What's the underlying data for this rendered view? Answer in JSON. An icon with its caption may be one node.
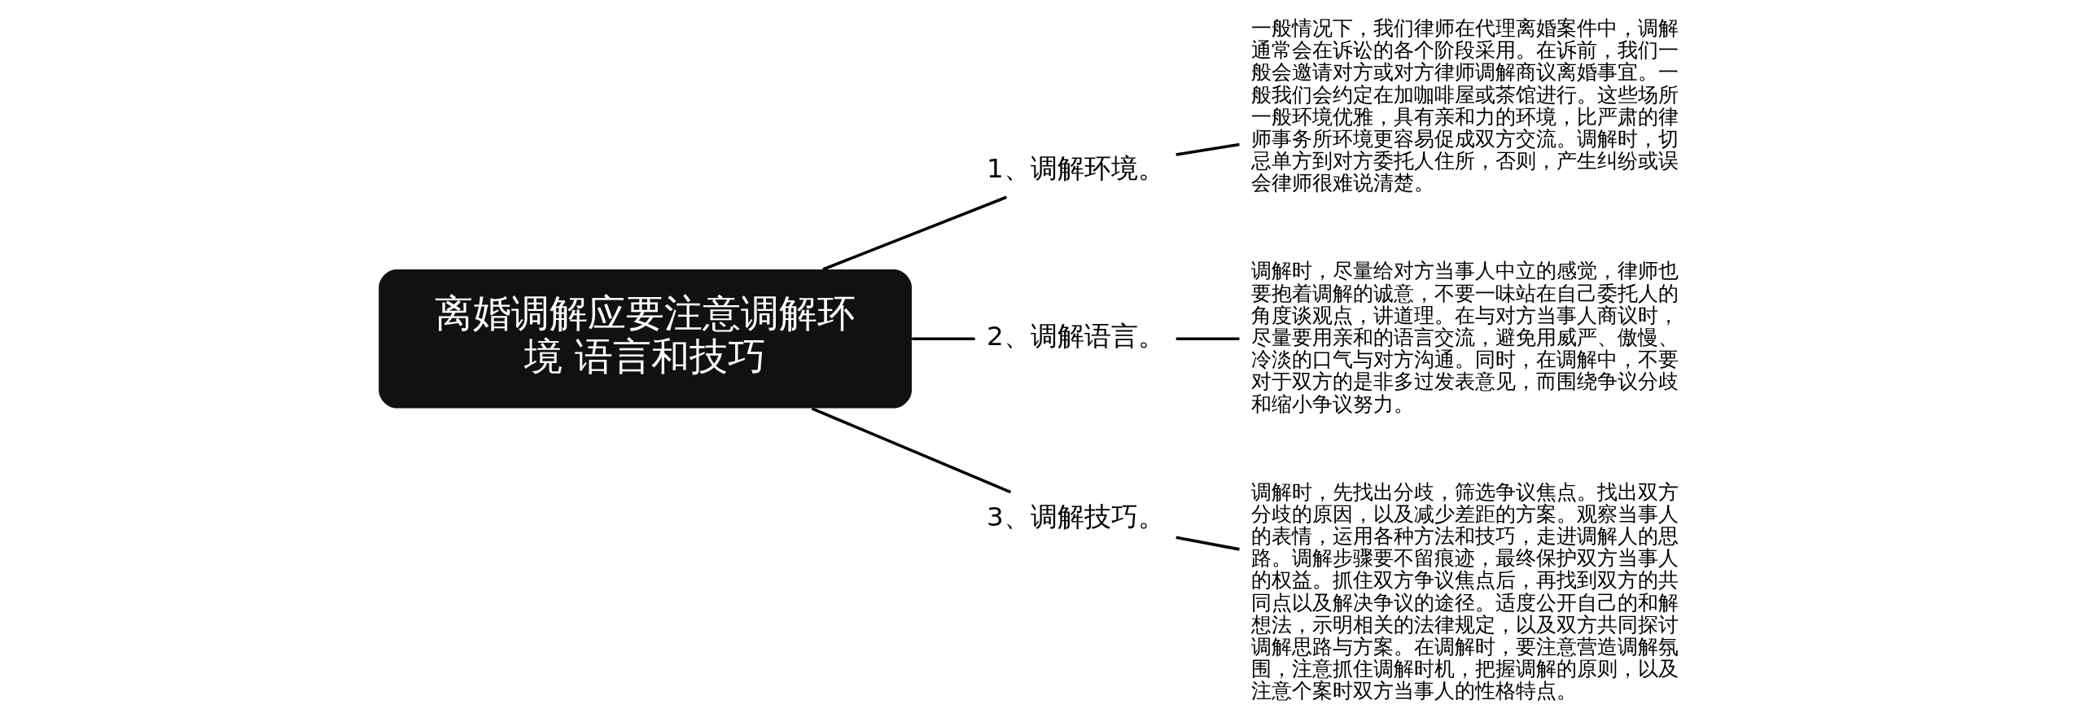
{
  "diagram": {
    "nodes": [
      {
        "text": [
          "离婚调解应要注意调解环境 语言和技巧"
        ]
      },
      {
        "text": [
          "1、调解环境。"
        ]
      },
      {
        "text": [
          "一般情况下，我们律师在代理离婚案件中，调解通常会在诉讼的各个阶段采用。在诉前，我们一般会邀请对方或对方律师调解商议离婚事宜。一般我们会约定在加咖啡屋或茶馆进行。这些场所一般环境优雅，具有亲和力的环境，比严肃的律师事务所环境更容易促成双方交流。调解时，切忌单方到对方委托人住所，否则，产生纠纷或误会律师很难说清楚。"
        ]
      },
      {
        "text": [
          "2、调解语言。"
        ]
      },
      {
        "text": [
          "调解时，尽量给对方当事人中立的感觉，律师也要抱着调解的诚意，不要一味站在自己委托人的角度谈观点，讲道理。在与对方当事人商议时，尽量要用亲和的语言交流，避免用威严、傲慢、冷淡的口气与对方沟通。同时，在调解中，不要对于双方的是非多过发表意见，而围绕争议分歧和缩小争议努力。"
        ]
      },
      {
        "text": [
          "3、调解技巧。"
        ]
      },
      {
        "text": [
          "调解时，先找出分歧，筛选争议焦点。找出双方分歧的原因，以及减少差距的方案。观察当事人的表情，运用各种方法和技巧，走进调解人的思路。调解步骤要不留痕迹，最终保护双方当事人的权益。抓住双方争议焦点后，再找到双方的共同点以及解决争议的途径。适度公开自己的和解想法，示明相关的法律规定，以及双方共同探讨调解思路与方案。在调解时，要注意营造调解氛围，注意抓住调解时机，把握调解的原则，以及注意个案时双方当事人的性格特点。"
        ]
      }
    ],
    "edges": [
      {
        "from": 0,
        "to": 1,
        "arrow": "none"
      },
      {
        "from": 1,
        "to": 2,
        "arrow": "none"
      },
      {
        "from": 0,
        "to": 3,
        "arrow": "none"
      },
      {
        "from": 3,
        "to": 4,
        "arrow": "none"
      },
      {
        "from": 0,
        "to": 5,
        "arrow": "none"
      },
      {
        "from": 5,
        "to": 6,
        "arrow": "none"
      }
    ]
  }
}
